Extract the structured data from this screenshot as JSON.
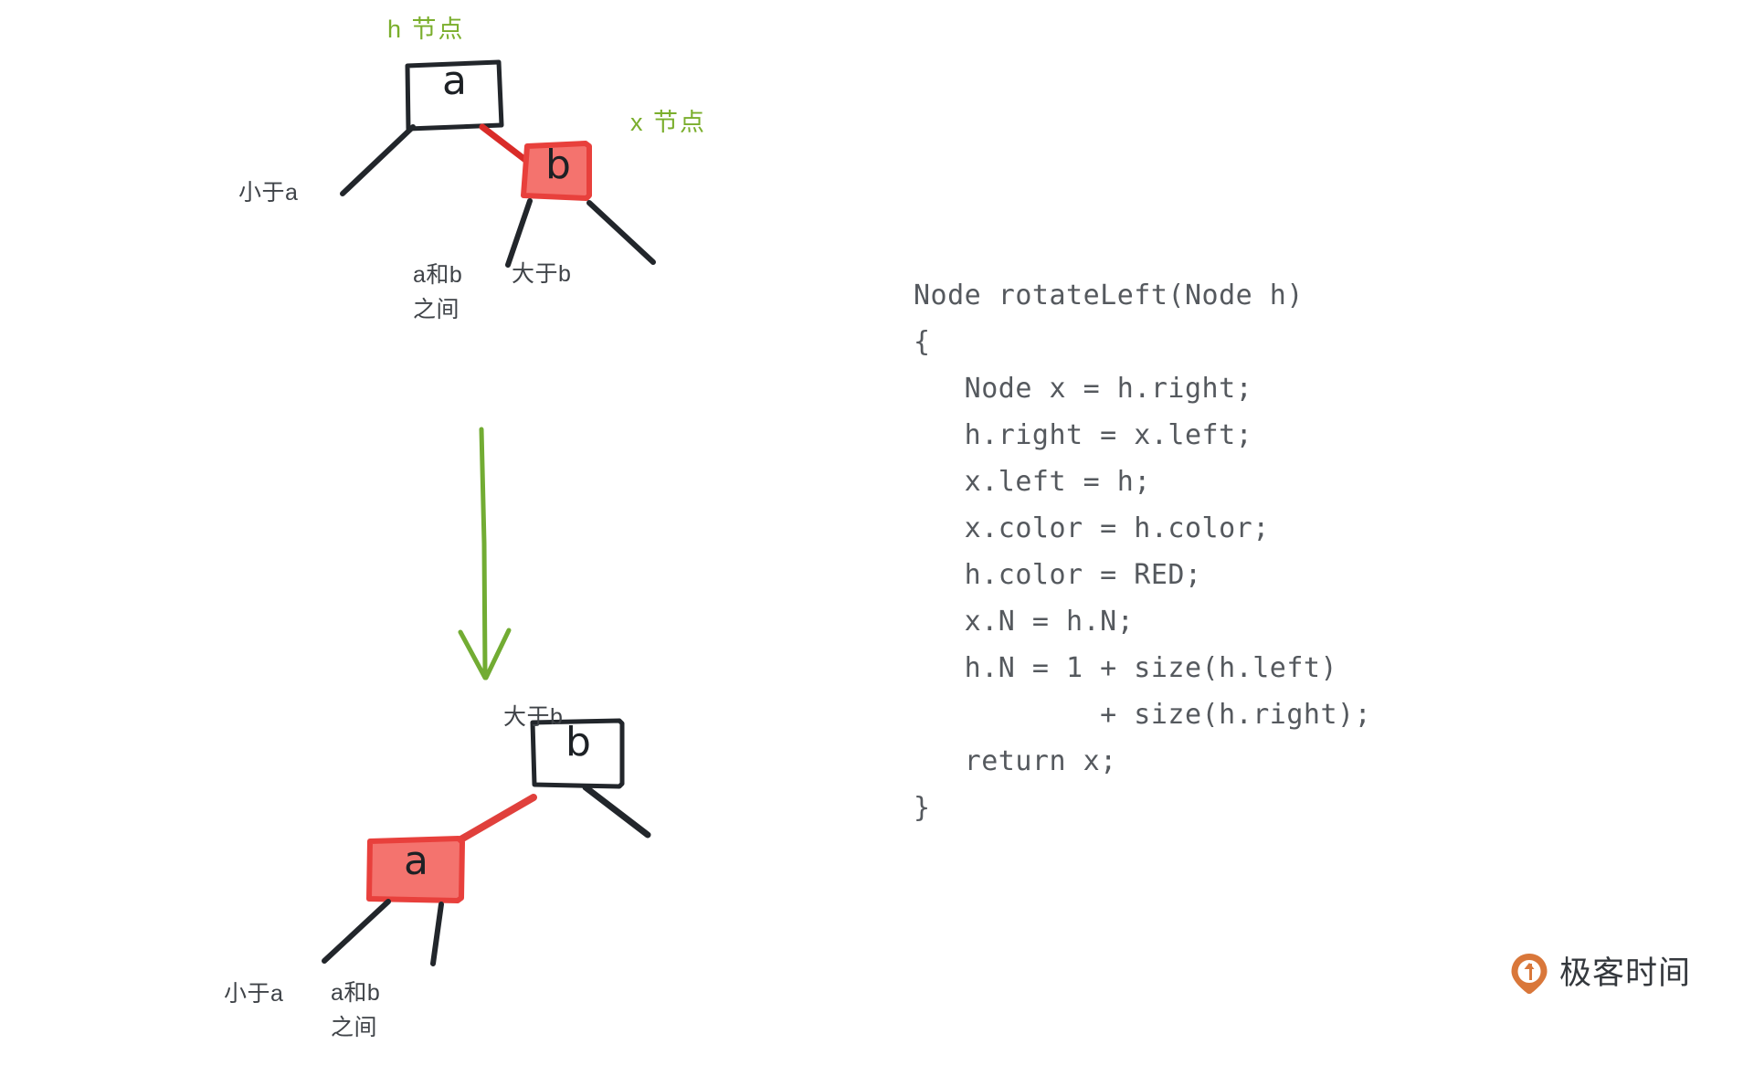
{
  "colors": {
    "green_label": "#7aae2c",
    "red_fill": "#f4736e",
    "red_stroke": "#e8403c",
    "ink": "#22262b",
    "code_text": "#55595e",
    "brand_orange": "#d9773a"
  },
  "diagram_top": {
    "parent_label": "h 节点",
    "child_label": "x 节点",
    "parent_node": "a",
    "child_node": "b",
    "leaf_left": "小于a",
    "leaf_mid_line1": "a和b",
    "leaf_mid_line2": "之间",
    "leaf_right": "大于b"
  },
  "arrow": {
    "name": "rotate-left-arrow",
    "direction": "down",
    "color": "#7aae2c"
  },
  "diagram_bottom": {
    "parent_node": "b",
    "child_node": "a",
    "leaf_left": "小于a",
    "leaf_mid_line1": "a和b",
    "leaf_mid_line2": "之间",
    "leaf_right": "大于b"
  },
  "code": {
    "language": "java",
    "lines": [
      "Node rotateLeft(Node h)",
      "{",
      "   Node x = h.right;",
      "   h.right = x.left;",
      "   x.left = h;",
      "   x.color = h.color;",
      "   h.color = RED;",
      "   x.N = h.N;",
      "   h.N = 1 + size(h.left)",
      "           + size(h.right);",
      "   return x;",
      "}"
    ],
    "text": "Node rotateLeft(Node h)\n{\n   Node x = h.right;\n   h.right = x.left;\n   x.left = h;\n   x.color = h.color;\n   h.color = RED;\n   x.N = h.N;\n   h.N = 1 + size(h.left)\n           + size(h.right);\n   return x;\n}"
  },
  "brand": {
    "name": "极客时间",
    "logo_glyph": "geektime-pin-icon"
  }
}
